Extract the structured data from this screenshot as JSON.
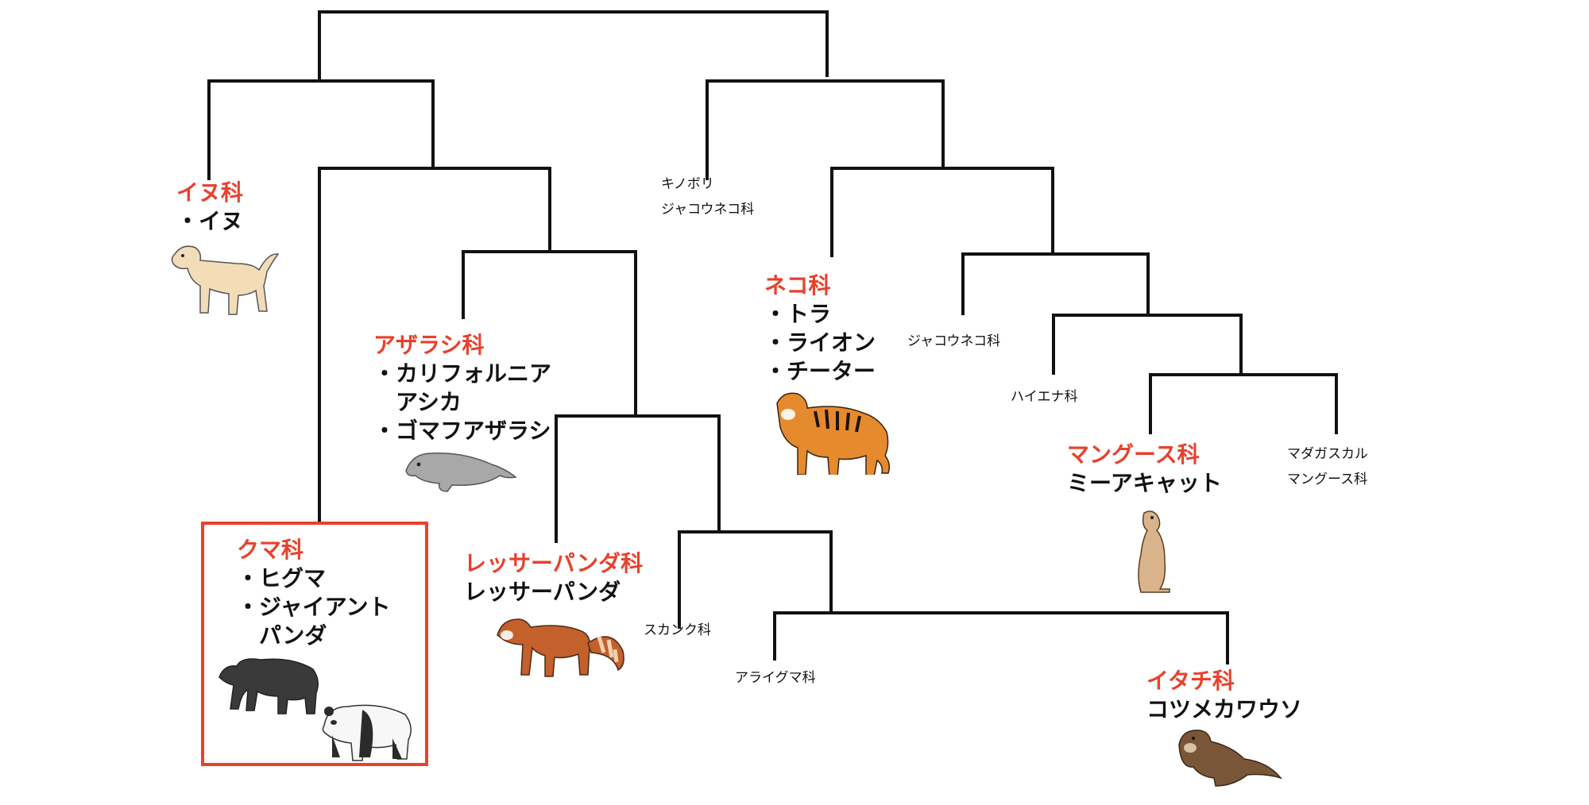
{
  "colors": {
    "accent": "#e8412c",
    "branch": "#111111",
    "text": "#111111"
  },
  "families": {
    "canidae": {
      "name": "イヌ科",
      "members": [
        "・イヌ"
      ]
    },
    "ursidae": {
      "name": "クマ科",
      "members": [
        "・ヒグマ",
        "・ジャイアント",
        "　パンダ"
      ]
    },
    "phocidae": {
      "name": "アザラシ科",
      "members": [
        "・カリフォルニア",
        "　アシカ",
        "・ゴマフアザラシ"
      ]
    },
    "ailuridae": {
      "name": "レッサーパンダ科",
      "members": [
        "レッサーパンダ"
      ]
    },
    "felidae": {
      "name": "ネコ科",
      "members": [
        "・トラ",
        "・ライオン",
        "・チーター"
      ]
    },
    "herpestidae": {
      "name": "マングース科",
      "members": [
        "ミーアキャット"
      ]
    },
    "mustelidae": {
      "name": "イタチ科",
      "members": [
        "コツメカワウソ"
      ]
    }
  },
  "minor_families": {
    "nandiniidae": [
      "キノボリ",
      "ジャコウネコ科"
    ],
    "viverridae": [
      "ジャコウネコ科"
    ],
    "hyaenidae": [
      "ハイエナ科"
    ],
    "eupleridae": [
      "マダガスカル",
      "マングース科"
    ],
    "mephitidae": [
      "スカンク科"
    ],
    "procyonidae": [
      "アライグマ科"
    ]
  },
  "illustrations": [
    "dog-icon",
    "seal-icon",
    "bear-icon",
    "giant-panda-icon",
    "red-panda-icon",
    "tiger-icon",
    "meerkat-icon",
    "otter-icon"
  ]
}
